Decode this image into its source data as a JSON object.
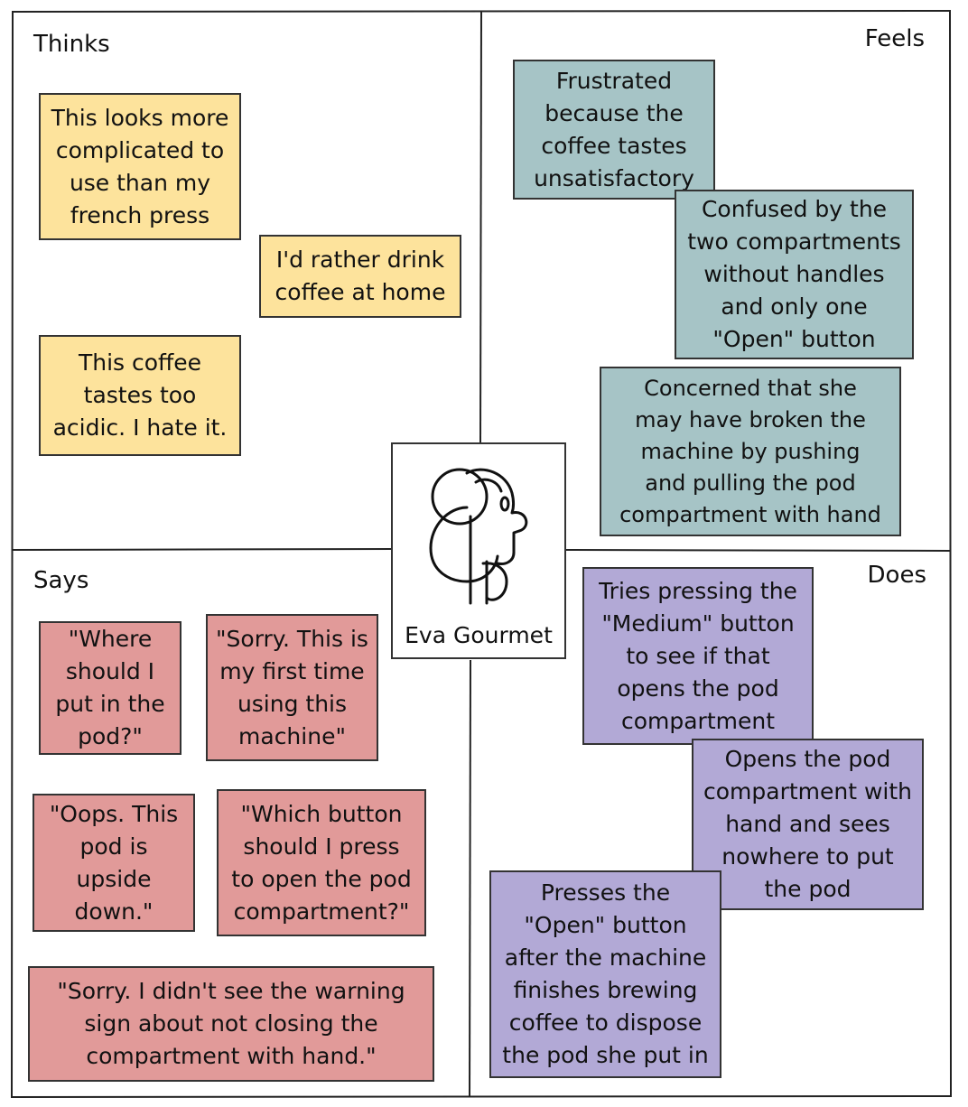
{
  "persona": {
    "name": "Eva Gourmet",
    "icon": "woman-profile-icon"
  },
  "quadrants": {
    "thinks": {
      "label": "Thinks",
      "color": "#fde39c",
      "notes": [
        "This looks more\ncomplicated to\nuse than my\nfrench press",
        "I'd rather drink\ncoffee at home",
        "This coffee\ntastes too\nacidic. I hate it."
      ]
    },
    "feels": {
      "label": "Feels",
      "color": "#a6c4c6",
      "notes": [
        "Frustrated\nbecause the\ncoffee tastes\nunsatisfactory",
        "Confused by the\ntwo compartments\nwithout handles\nand only one\n\"Open\" button",
        "Concerned that she\nmay have broken the\nmachine by pushing\nand pulling the pod\ncompartment with hand"
      ]
    },
    "says": {
      "label": "Says",
      "color": "#e19a99",
      "notes": [
        "\"Where\nshould I\nput in the\npod?\"",
        "\"Sorry. This is\nmy first time\nusing this\nmachine\"",
        "\"Oops. This\npod is\nupside\ndown.\"",
        "\"Which button\nshould I press\nto open the pod\ncompartment?\"",
        "\"Sorry. I didn't see the warning\nsign about not closing the\ncompartment with hand.\""
      ]
    },
    "does": {
      "label": "Does",
      "color": "#b2a9d6",
      "notes": [
        "Tries pressing the\n\"Medium\" button\nto see if that\nopens the pod\ncompartment",
        "Opens the pod\ncompartment with\nhand and sees\nnowhere to put\nthe pod",
        "Presses the\n\"Open\" button\nafter the machine\nfinishes brewing\ncoffee to dispose\nthe pod she put in"
      ]
    }
  }
}
